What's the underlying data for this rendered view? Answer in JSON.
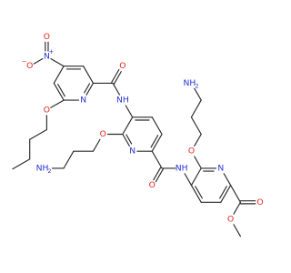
{
  "colors": {
    "bond": "#2b2b2b",
    "nitrogen": "#2432d6",
    "oxygen": "#e4231b",
    "background": "#ffffff"
  },
  "atoms": [
    {
      "id": "nitro_N",
      "text": "N",
      "element": "nitrogen",
      "charge": "+"
    },
    {
      "id": "nitro_O1",
      "text": "O",
      "element": "oxygen",
      "charge": "−",
      "charge_left": true
    },
    {
      "id": "nitro_O2",
      "text": "O",
      "element": "oxygen"
    },
    {
      "id": "pyA_N",
      "text": "N",
      "element": "nitrogen"
    },
    {
      "id": "butoxy_O",
      "text": "O",
      "element": "oxygen"
    },
    {
      "id": "amideA_O",
      "text": "O",
      "element": "oxygen"
    },
    {
      "id": "amideA_NH",
      "text": "NH",
      "element": "nitrogen"
    },
    {
      "id": "pyB_N",
      "text": "N",
      "element": "nitrogen"
    },
    {
      "id": "etherB_O",
      "text": "O",
      "element": "oxygen"
    },
    {
      "id": "amineB_N",
      "text": "NH",
      "sub": "2",
      "element": "nitrogen"
    },
    {
      "id": "amideB_O",
      "text": "O",
      "element": "oxygen"
    },
    {
      "id": "amideB_NH",
      "text": "NH",
      "element": "nitrogen"
    },
    {
      "id": "pyC_N",
      "text": "N",
      "element": "nitrogen"
    },
    {
      "id": "etherC_O",
      "text": "O",
      "element": "oxygen"
    },
    {
      "id": "amineC_N",
      "text": "NH",
      "sub": "2",
      "element": "nitrogen"
    },
    {
      "id": "esterC_O1",
      "text": "O",
      "element": "oxygen"
    },
    {
      "id": "esterC_O2",
      "text": "O",
      "element": "oxygen"
    }
  ]
}
